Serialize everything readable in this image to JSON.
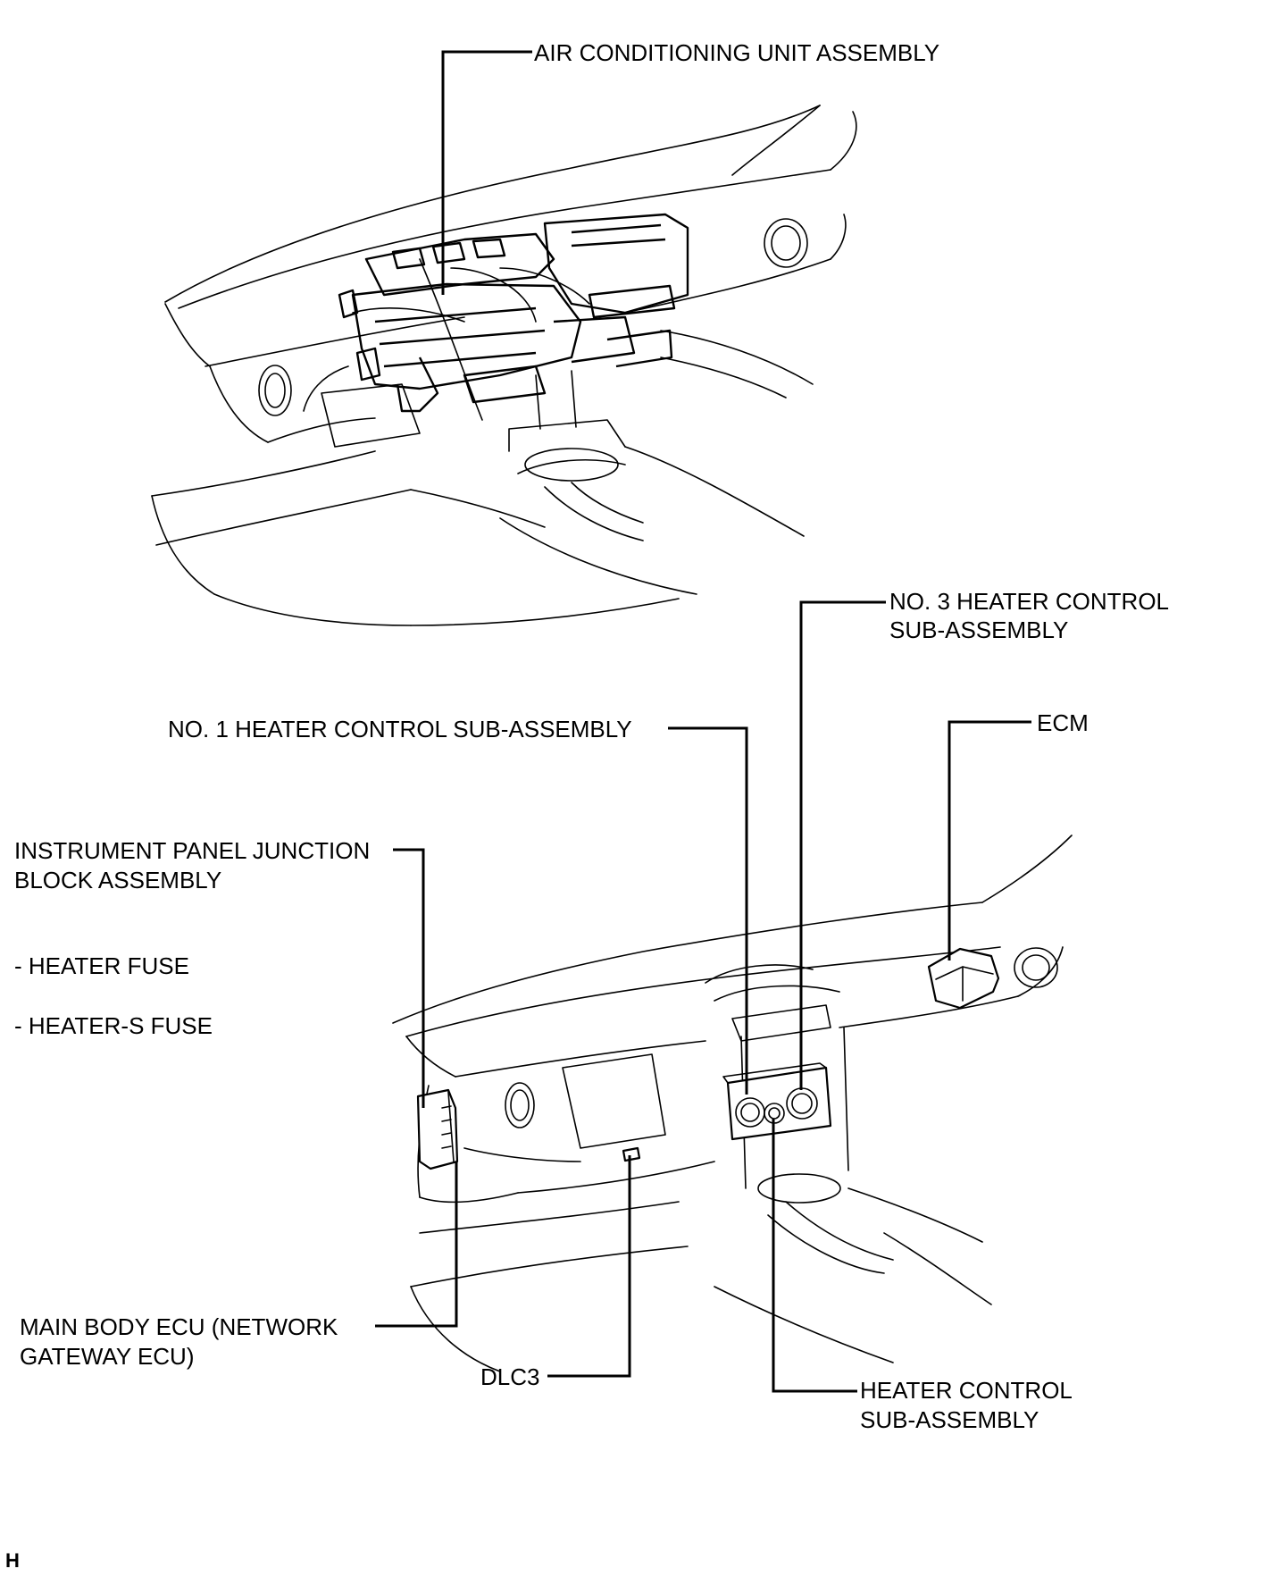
{
  "labels": {
    "air_conditioning_unit": "AIR CONDITIONING UNIT ASSEMBLY",
    "no3_heater_control_line1": "NO. 3 HEATER CONTROL",
    "no3_heater_control_line2": "SUB-ASSEMBLY",
    "no1_heater_control": "NO. 1 HEATER CONTROL SUB-ASSEMBLY",
    "ecm": "ECM",
    "junction_block_line1": "INSTRUMENT PANEL JUNCTION",
    "junction_block_line2": "BLOCK ASSEMBLY",
    "heater_fuse": "- HEATER FUSE",
    "heater_s_fuse": "- HEATER-S FUSE",
    "main_body_ecu_line1": "MAIN BODY ECU (NETWORK",
    "main_body_ecu_line2": "GATEWAY ECU)",
    "dlc3": "DLC3",
    "heater_control_line1": "HEATER CONTROL",
    "heater_control_line2": "SUB-ASSEMBLY"
  },
  "corner_mark": "H"
}
